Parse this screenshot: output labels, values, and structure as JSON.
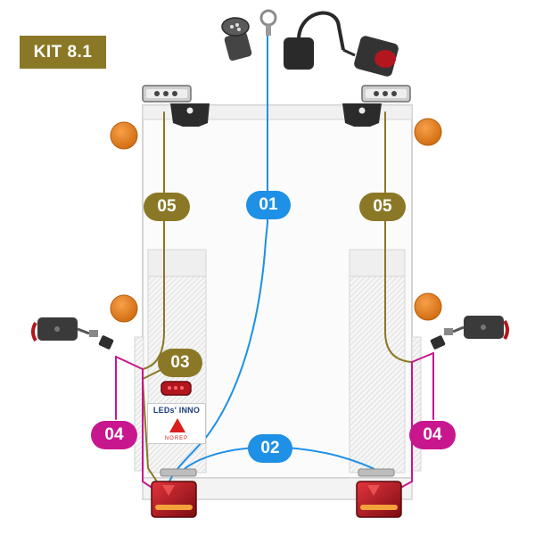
{
  "kit_label": "KIT 8.1",
  "cable_labels": {
    "c01": "01",
    "c02": "02",
    "c03": "03",
    "c04_left": "04",
    "c04_right": "04",
    "c05_left": "05",
    "c05_right": "05"
  },
  "logo": {
    "brand": "LEDs' INNO",
    "sub": "NOREP"
  },
  "colors": {
    "blue": "#1e90e6",
    "olive": "#8a7826",
    "magenta": "#c8168f",
    "amber": "#e57a10",
    "lamp_red": "#b3161e"
  }
}
